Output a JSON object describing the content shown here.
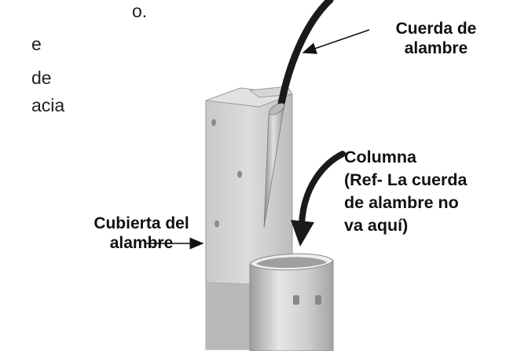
{
  "cut_text": {
    "line1": "o.",
    "line2": "e",
    "line3": "de",
    "line4": "acia"
  },
  "labels": {
    "wire_rope": [
      "Cuerda de",
      "alambre"
    ],
    "column": [
      "Columna",
      "(Ref- La cuerda",
      "de alambre no",
      "va aquí)"
    ],
    "wire_cover": [
      "Cubierta del",
      "alambre"
    ]
  },
  "colors": {
    "metal_light": "#cfcfcf",
    "metal_mid": "#b5b5b5",
    "metal_dark": "#8f8f8f",
    "rope": "#1a1a1a",
    "text": "#111111"
  }
}
